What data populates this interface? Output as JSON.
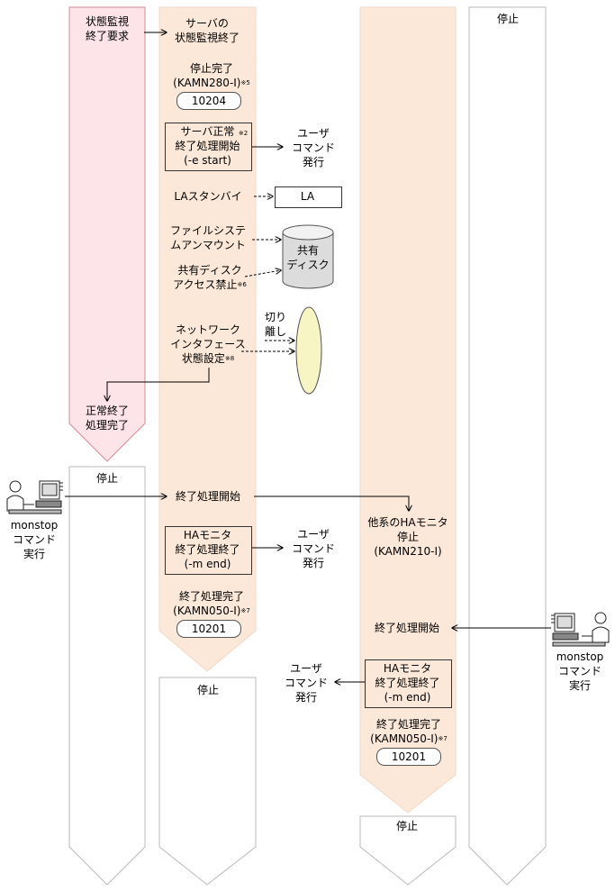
{
  "lanes": {
    "lane1_top": "状態監視\n終了要求",
    "lane1_done": "正常終了\n処理完了",
    "lane1_stop": "停止",
    "lane2_stop": "停止",
    "lane3_stop": "停止",
    "lane4_stop": "停止"
  },
  "lane2": {
    "monitor_end": "サーバの\n状態監視終了",
    "stop_done": "停止完了\n(KAMN280-I)",
    "stop_done_note": "※5",
    "code1": "10204",
    "box1": "サーバ正常\n終了処理開始\n(-e start)",
    "box1_note": "※2",
    "user_cmd1": "ユーザ\nコマンド\n発行",
    "la_standby": "LAスタンバイ",
    "la_box": "LA",
    "fs_unmount": "ファイルシステ\nムアンマウント",
    "shared_disk": "共有\nディスク",
    "shared_deny": "共有ディスク\nアクセス禁止",
    "shared_deny_note": "※6",
    "cut": "切り\n離し",
    "nic": "ネットワーク\nインタフェース\n状態設定",
    "nic_note": "※8",
    "end_start": "終了処理開始",
    "box2": "HAモニタ\n終了処理終了\n(-m end)",
    "user_cmd2": "ユーザ\nコマンド\n発行",
    "end_done": "終了処理完了\n(KAMN050-I)",
    "end_done_note": "※7",
    "code2": "10201"
  },
  "lane3": {
    "other_stop": "他系のHAモニタ\n停止\n(KAMN210-I)",
    "end_start": "終了処理開始",
    "box3": "HAモニタ\n終了処理終了\n(-m end)",
    "user_cmd3": "ユーザ\nコマンド\n発行",
    "end_done": "終了処理完了\n(KAMN050-I)",
    "end_done_note": "※7",
    "code3": "10201"
  },
  "actors": {
    "left": "monstop\nコマンド\n実行",
    "right": "monstop\nコマンド\n実行"
  },
  "colors": {
    "pink": "#fce4e8",
    "peach": "#fbe8d8",
    "ellipse": "#f7f5c4"
  }
}
